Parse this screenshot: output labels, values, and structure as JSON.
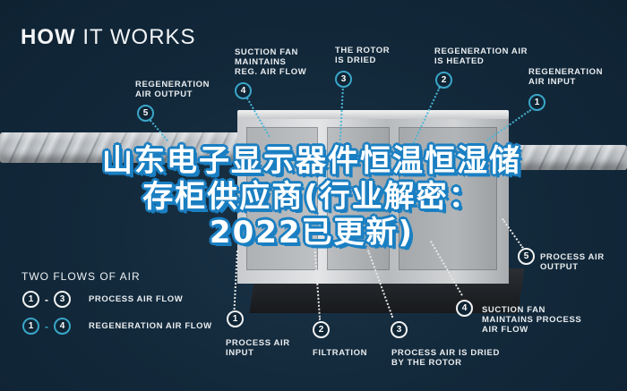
{
  "header": {
    "title_bold": "HOW",
    "title_rest": " IT WORKS"
  },
  "headline": "山东电子显示器件恒温恒湿储存柜供应商(行业解密：2022已更新)",
  "top_callouts": [
    {
      "num": "5",
      "label": "REGENERATION\nAIR OUTPUT"
    },
    {
      "num": "4",
      "label": "SUCTION FAN\nMAINTAINS\nREG. AIR FLOW"
    },
    {
      "num": "3",
      "label": "THE ROTOR\nIS DRIED"
    },
    {
      "num": "2",
      "label": "REGENERATION AIR\nIS HEATED"
    },
    {
      "num": "1",
      "label": "REGENERATION\nAIR INPUT"
    }
  ],
  "bottom_callouts": [
    {
      "num": "1",
      "label": "PROCESS AIR\nINPUT"
    },
    {
      "num": "2",
      "label": "FILTRATION"
    },
    {
      "num": "3",
      "label": "PROCESS AIR IS DRIED\nBY THE ROTOR"
    },
    {
      "num": "4",
      "label": "SUCTION FAN\nMAINTAINS PROCESS\nAIR FLOW"
    },
    {
      "num": "5",
      "label": "PROCESS AIR\nOUTPUT"
    }
  ],
  "legend": {
    "title": "TWO FLOWS OF AIR",
    "rows": [
      {
        "from": "1",
        "to": "3",
        "label": "PROCESS AIR FLOW",
        "color": "#ffffff"
      },
      {
        "from": "1",
        "to": "4",
        "label": "REGENERATION AIR FLOW",
        "color": "#3aa6c9"
      }
    ]
  },
  "colors": {
    "background": "#132a3c",
    "regeneration_accent": "#3aa6c9",
    "headline_outline": "#1a7fc2"
  }
}
